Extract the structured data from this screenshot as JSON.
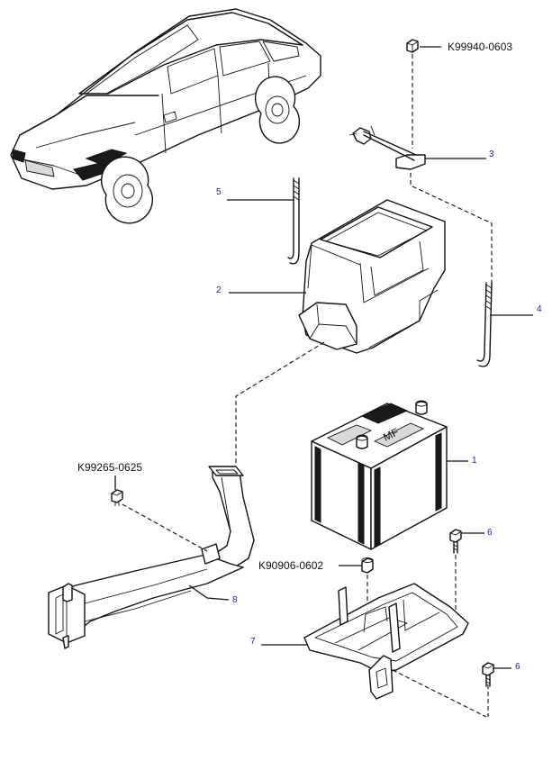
{
  "callouts": {
    "k99940": "K99940-0603",
    "c3": "3",
    "c5": "5",
    "c2": "2",
    "c4": "4",
    "c1": "1",
    "k99265": "K99265-0625",
    "c6a": "6",
    "k90906": "K90906-0602",
    "c8": "8",
    "c7": "7",
    "c6b": "6"
  },
  "battery": {
    "label_text": "MF"
  },
  "colors": {
    "callout_number": "#1a1aa8",
    "part_number": "#111111",
    "line": "#111111"
  },
  "icons": [
    "car-illustration",
    "battery",
    "battery-tray-box",
    "hold-down-rod",
    "clamp-bracket",
    "nut",
    "bolt",
    "air-intake-duct",
    "battery-base-tray"
  ]
}
